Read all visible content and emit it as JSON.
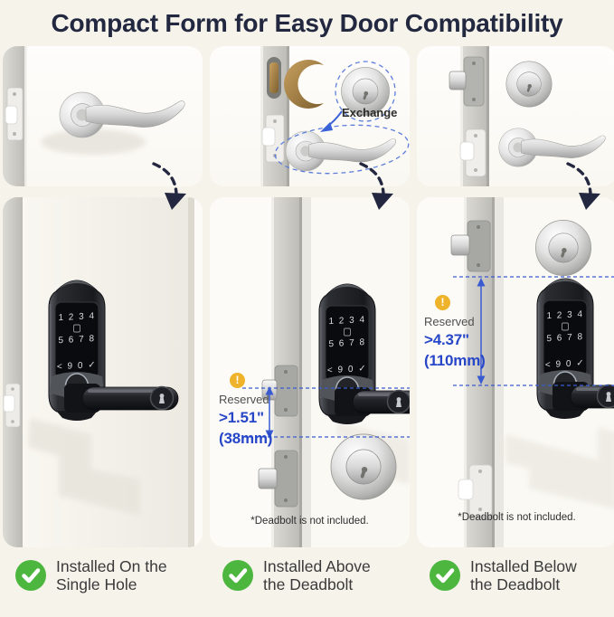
{
  "title": "Compact Form for Easy Door Compatibility",
  "keypad": {
    "row1": "1 2 3 4",
    "row2": "5 6 7 8",
    "row3": "< 9 0 ✓"
  },
  "icons": {
    "warning_glyph": "!"
  },
  "colors": {
    "background": "#f6f3eb",
    "title_navy": "#222840",
    "accent_blue": "#2746c8",
    "dashed_outline_blue": "#5c7edb",
    "check_green": "#4cb63f",
    "warning_yellow": "#eeb32b"
  },
  "columns": [
    {
      "caption_line1": "Installed On the",
      "caption_line2": "Single Hole"
    },
    {
      "exchange_label": "Exchange",
      "reserved_label": "Reserved",
      "clearance_value": ">1.51\"",
      "clearance_mm": "(38mm)",
      "footnote": "*Deadbolt is not included.",
      "caption_line1": "Installed Above",
      "caption_line2": "the Deadbolt"
    },
    {
      "reserved_label": "Reserved",
      "clearance_value": ">4.37\"",
      "clearance_mm": "(110mm)",
      "footnote": "*Deadbolt is not included.",
      "caption_line1": "Installed Below",
      "caption_line2": "the Deadbolt"
    }
  ]
}
